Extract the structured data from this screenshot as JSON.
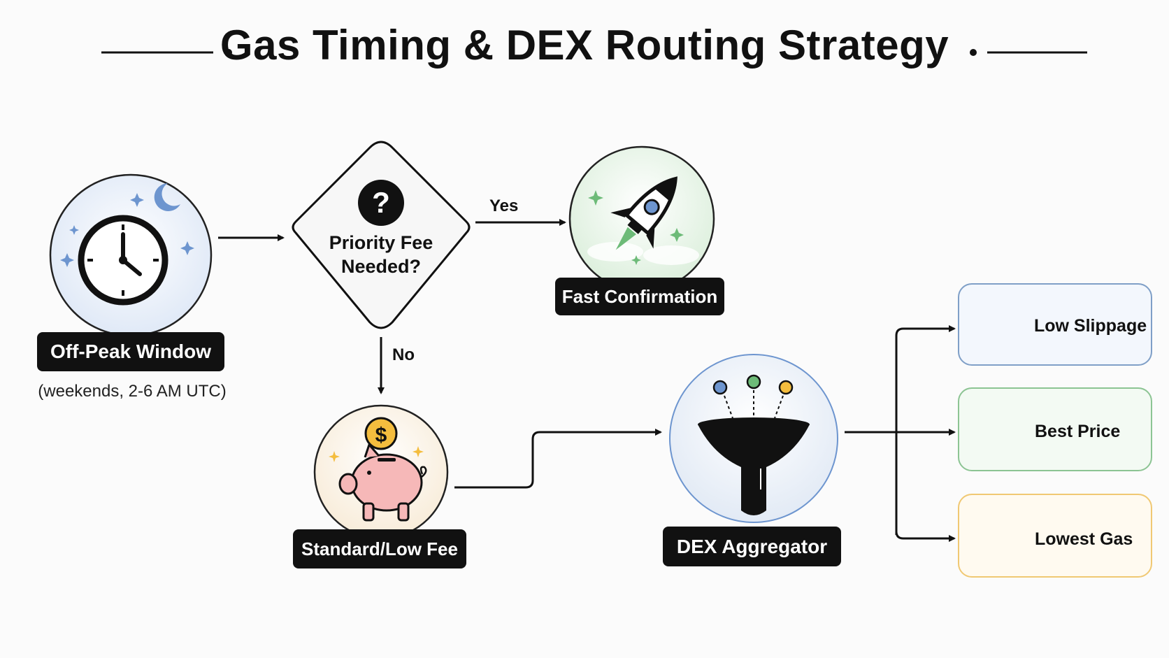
{
  "title": "Gas Timing & DEX Routing Strategy",
  "nodes": {
    "off_peak": {
      "label": "Off-Peak Window",
      "subtitle": "(weekends, 2-6 AM UTC)",
      "icon": "clock-moon-icon"
    },
    "decision": {
      "label_line1": "Priority Fee",
      "label_line2": "Needed?",
      "icon": "question-icon"
    },
    "fast": {
      "label": "Fast Confirmation",
      "icon": "rocket-icon"
    },
    "standard": {
      "label": "Standard/Low Fee",
      "icon": "piggy-bank-icon"
    },
    "aggregator": {
      "label": "DEX Aggregator",
      "icon": "funnel-icon"
    }
  },
  "edges": {
    "yes": "Yes",
    "no": "No"
  },
  "outcomes": [
    {
      "label": "Low Slippage",
      "icon": "chart-down-icon",
      "border": "#7f9fc7",
      "fill": "#f3f7fd",
      "circle": "#b8cbe7"
    },
    {
      "label": "Best Price",
      "icon": "price-tag-icon",
      "border": "#8cc493",
      "fill": "#f3faf3",
      "circle": "#a9d6ad"
    },
    {
      "label": "Lowest Gas",
      "icon": "fuel-pump-icon",
      "border": "#f0c873",
      "fill": "#fffaf0",
      "circle": "#f7cf6f"
    }
  ],
  "colors": {
    "clock_bg": "#e6eef9",
    "rocket_bg": "#e3f1e3",
    "piggy_bg": "#fbf1e2",
    "funnel_bg": "#e7eef7",
    "piggy": "#f6b8b8",
    "coin": "#f4bd3e",
    "accent_blue": "#6d95cf",
    "accent_green": "#6dbb78"
  }
}
